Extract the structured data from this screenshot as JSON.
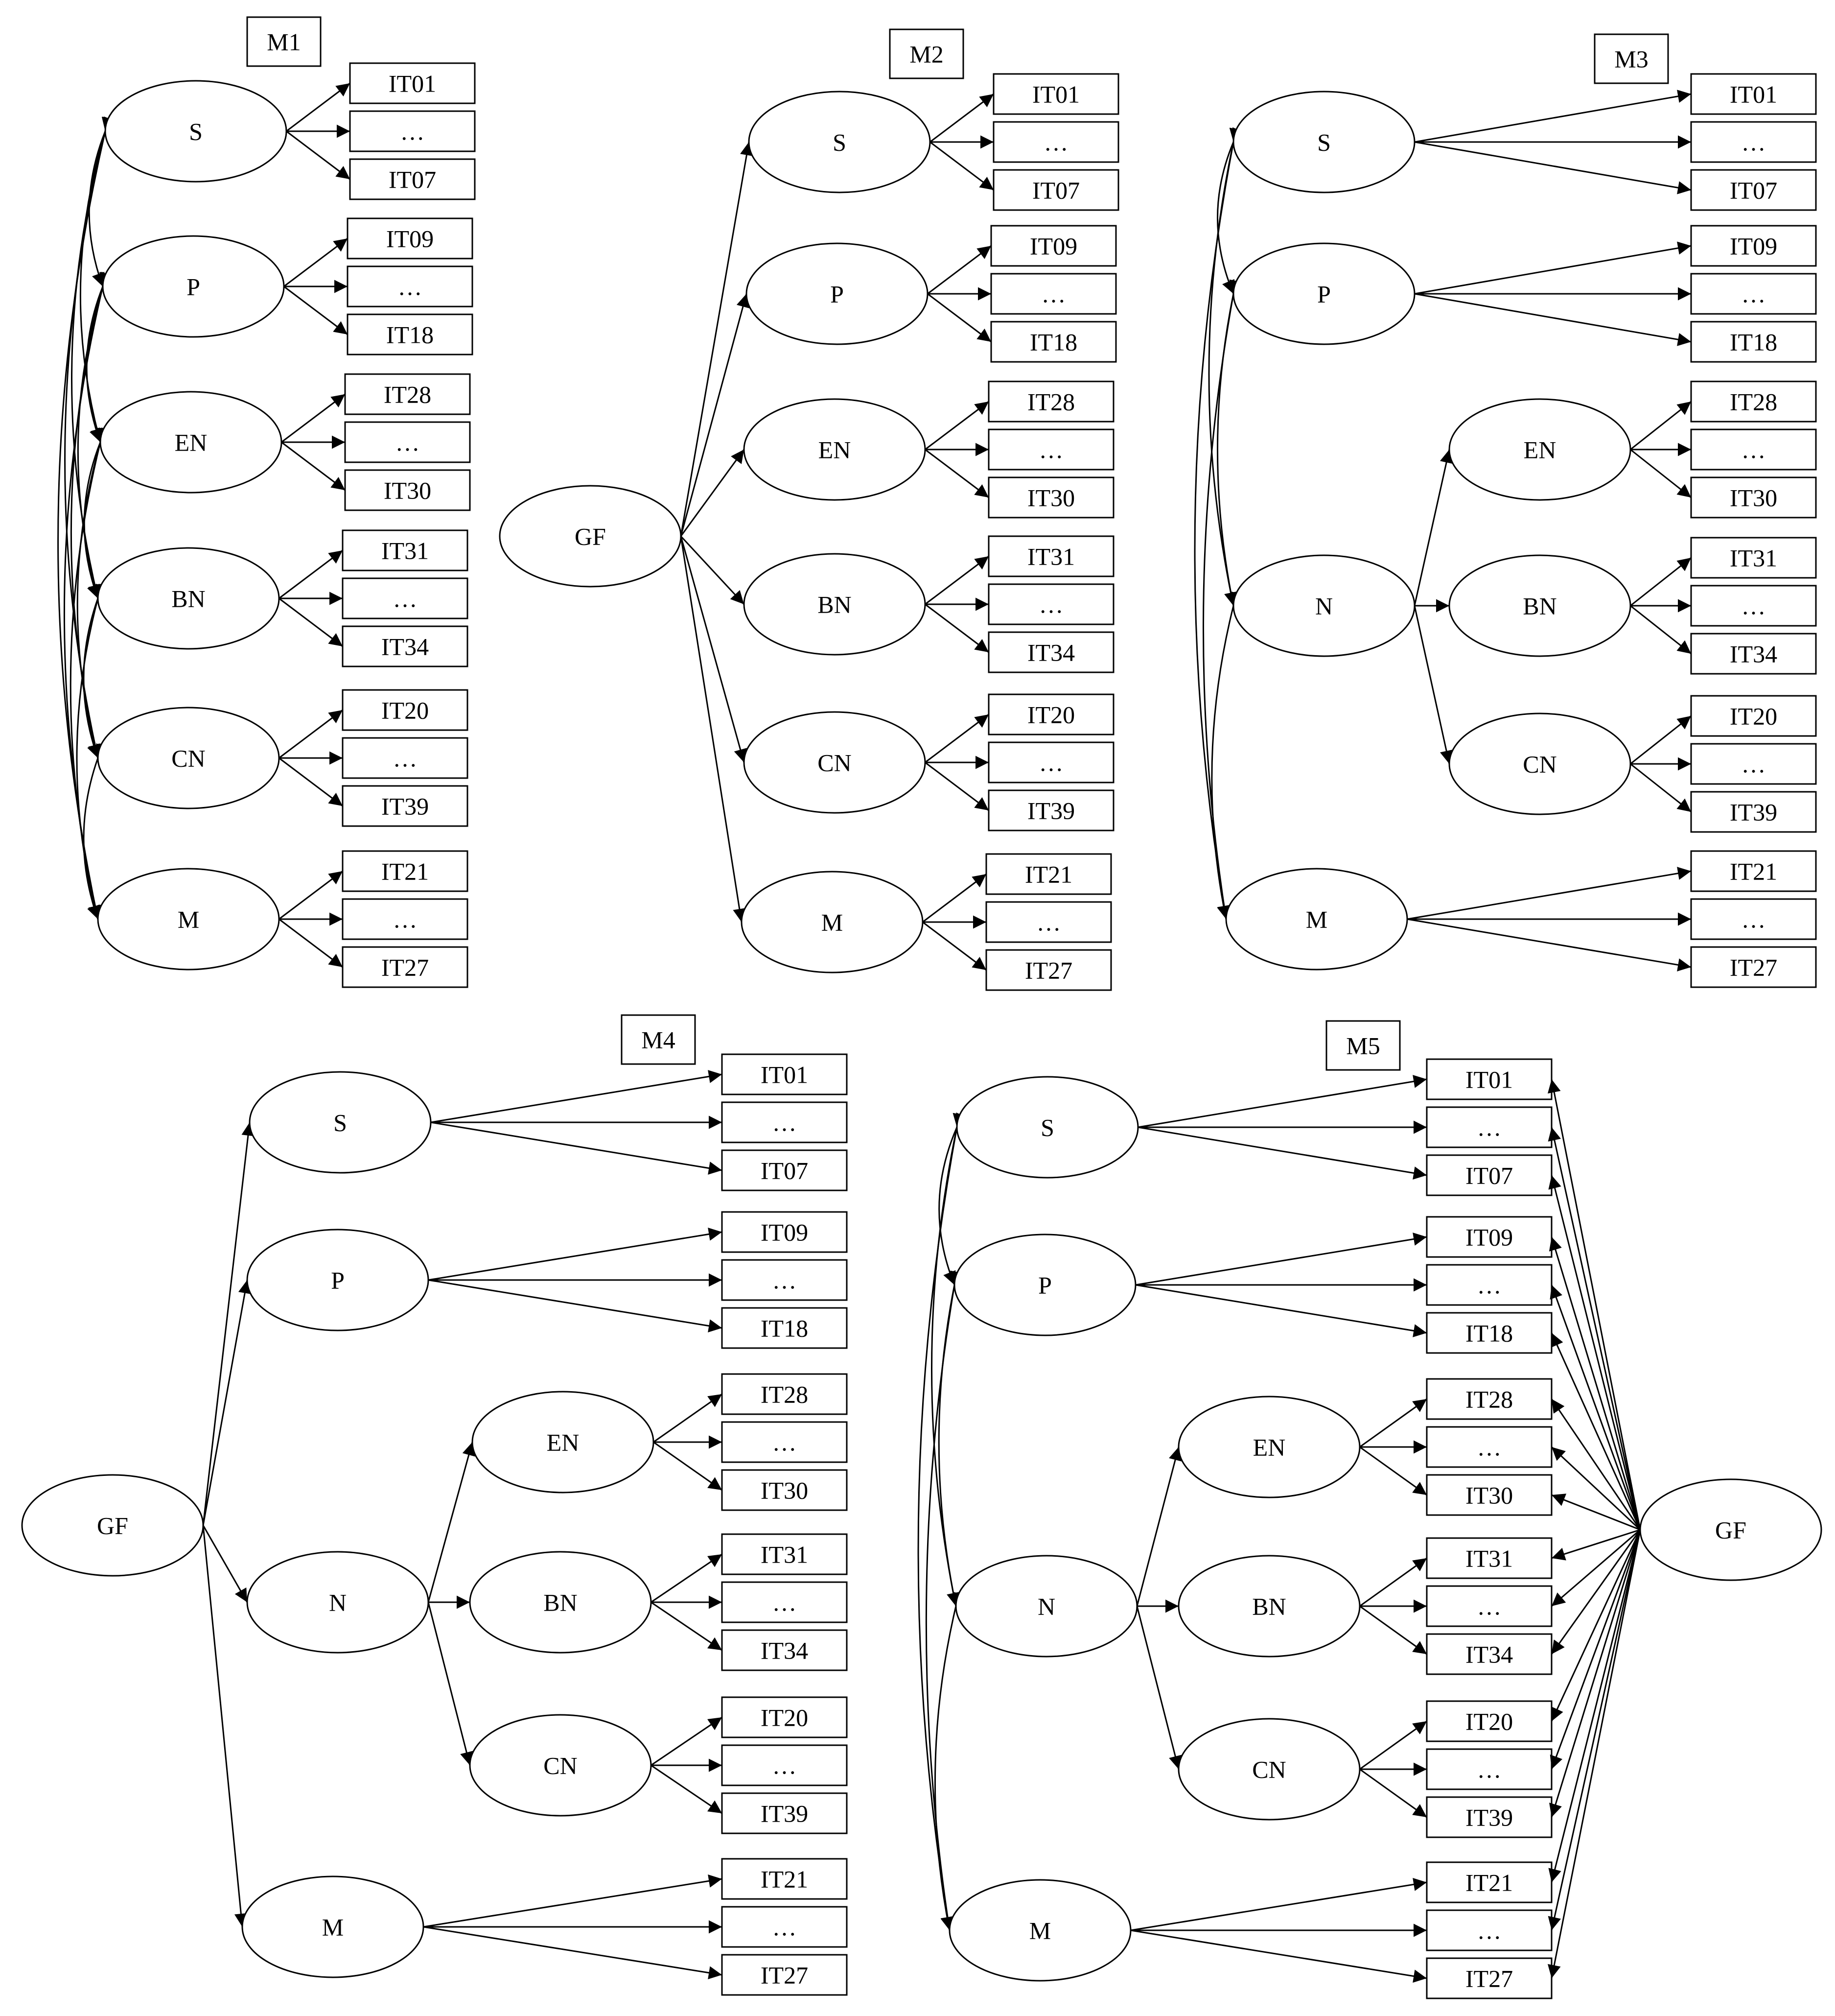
{
  "items": {
    "S": [
      "IT01",
      "…",
      "IT07"
    ],
    "P": [
      "IT09",
      "…",
      "IT18"
    ],
    "EN": [
      "IT28",
      "…",
      "IT30"
    ],
    "BN": [
      "IT31",
      "…",
      "IT34"
    ],
    "CN": [
      "IT20",
      "…",
      "IT39"
    ],
    "M": [
      "IT21",
      "…",
      "IT27"
    ]
  },
  "models": [
    {
      "id": "M1",
      "label": "M1",
      "factors": [
        "S",
        "P",
        "EN",
        "BN",
        "CN",
        "M"
      ]
    },
    {
      "id": "M2",
      "label": "M2",
      "general": "GF",
      "factors": [
        "S",
        "P",
        "EN",
        "BN",
        "CN",
        "M"
      ]
    },
    {
      "id": "M3",
      "label": "M3",
      "factors": [
        "S",
        "P",
        "N",
        "M"
      ],
      "second_order": {
        "N": [
          "EN",
          "BN",
          "CN"
        ]
      }
    },
    {
      "id": "M4",
      "label": "M4",
      "general": "GF",
      "factors": [
        "S",
        "P",
        "N",
        "M"
      ],
      "second_order": {
        "N": [
          "EN",
          "BN",
          "CN"
        ]
      }
    },
    {
      "id": "M5",
      "label": "M5",
      "general": "GF",
      "factors": [
        "S",
        "P",
        "N",
        "M"
      ],
      "second_order": {
        "N": [
          "EN",
          "BN",
          "CN"
        ]
      }
    }
  ]
}
